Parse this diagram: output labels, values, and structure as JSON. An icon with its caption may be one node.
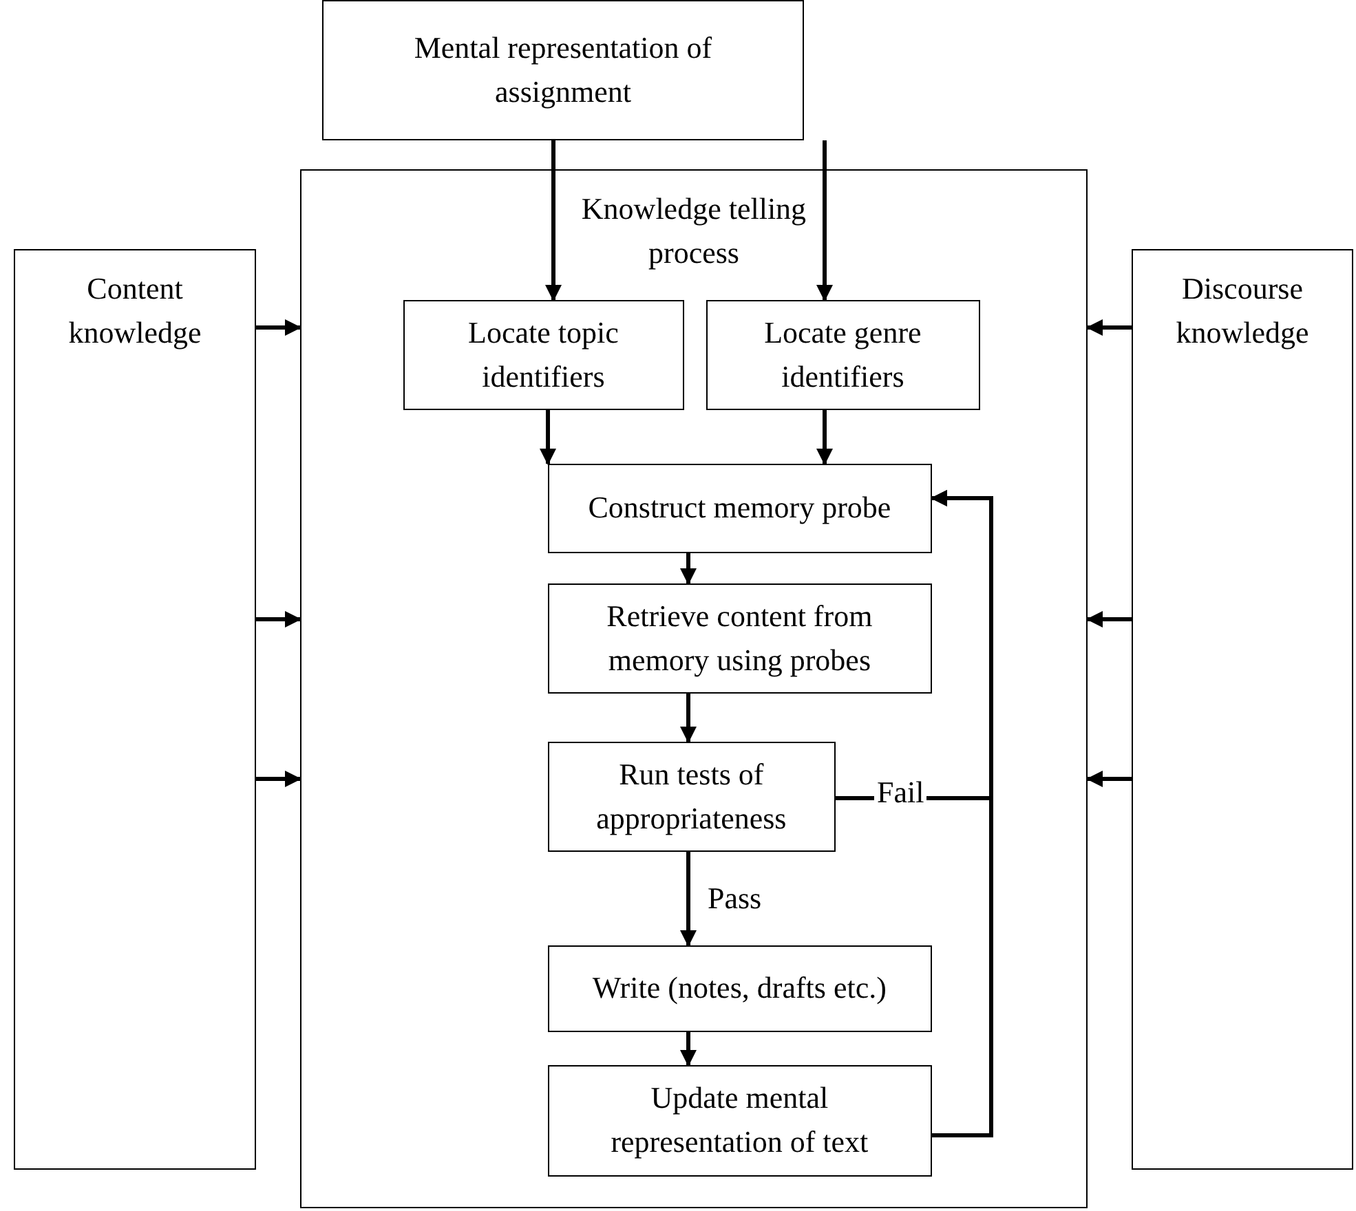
{
  "diagram": {
    "nodes": [
      {
        "text": [
          "Mental representation of assignment"
        ]
      },
      {
        "text": [
          "Knowledge telling process"
        ]
      },
      {
        "text": [
          "Content knowledge"
        ]
      },
      {
        "text": [
          "Discourse knowledge"
        ]
      },
      {
        "text": [
          "Locate topic identifiers"
        ],
        "in": 1
      },
      {
        "text": [
          "Locate genre identifiers"
        ],
        "in": 1
      },
      {
        "text": [
          "Construct memory probe"
        ],
        "in": 1
      },
      {
        "text": [
          "Retrieve content from memory using probes"
        ],
        "in": 1
      },
      {
        "text": [
          "Run tests of appropriateness"
        ],
        "in": 1
      },
      {
        "text": [
          "Write (notes, drafts etc.)"
        ],
        "in": 1
      },
      {
        "text": [
          "Update mental representation of text"
        ],
        "in": 1
      }
    ],
    "edges": [
      {
        "from": 0,
        "to": 4,
        "arrow": "to"
      },
      {
        "from": 0,
        "to": 5,
        "arrow": "to"
      },
      {
        "from": 4,
        "to": 6,
        "arrow": "to"
      },
      {
        "from": 5,
        "to": 6,
        "arrow": "to"
      },
      {
        "from": 6,
        "to": 7,
        "arrow": "to"
      },
      {
        "from": 7,
        "to": 8,
        "arrow": "to"
      },
      {
        "from": 8,
        "to": 9,
        "arrow": "to",
        "label": "Pass"
      },
      {
        "from": 9,
        "to": 10,
        "arrow": "to"
      },
      {
        "from": 8,
        "to": 6,
        "arrow": "to",
        "label": "Fail"
      },
      {
        "from": 10,
        "to": 6,
        "arrow": "to"
      },
      {
        "from": 2,
        "to": 1,
        "arrow": "to"
      },
      {
        "from": 2,
        "to": 1,
        "arrow": "to"
      },
      {
        "from": 2,
        "to": 1,
        "arrow": "to"
      },
      {
        "from": 3,
        "to": 1,
        "arrow": "to"
      },
      {
        "from": 3,
        "to": 1,
        "arrow": "to"
      },
      {
        "from": 3,
        "to": 1,
        "arrow": "to"
      }
    ]
  }
}
